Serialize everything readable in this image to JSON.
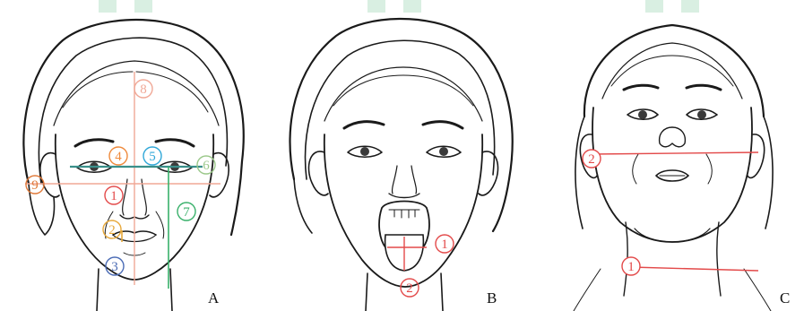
{
  "panels": [
    {
      "letter": "A",
      "markers": [
        {
          "label": "1",
          "color": "#e34a4a"
        },
        {
          "label": "2",
          "color": "#e7a83a"
        },
        {
          "label": "3",
          "color": "#4a6bb5"
        },
        {
          "label": "4",
          "color": "#ef8a3c"
        },
        {
          "label": "5",
          "color": "#2fa7d8"
        },
        {
          "label": "6",
          "color": "#9bc88a"
        },
        {
          "label": "7",
          "color": "#38b06a"
        },
        {
          "label": "8",
          "color": "#f0a896"
        },
        {
          "label": "9",
          "color": "#e07a3a"
        }
      ]
    },
    {
      "letter": "B",
      "markers": [
        {
          "label": "1",
          "color": "#e34a4a"
        },
        {
          "label": "2",
          "color": "#e34a4a"
        }
      ]
    },
    {
      "letter": "C",
      "markers": [
        {
          "label": "2",
          "color": "#e34a4a"
        },
        {
          "label": "1",
          "color": "#e34a4a"
        }
      ]
    }
  ]
}
